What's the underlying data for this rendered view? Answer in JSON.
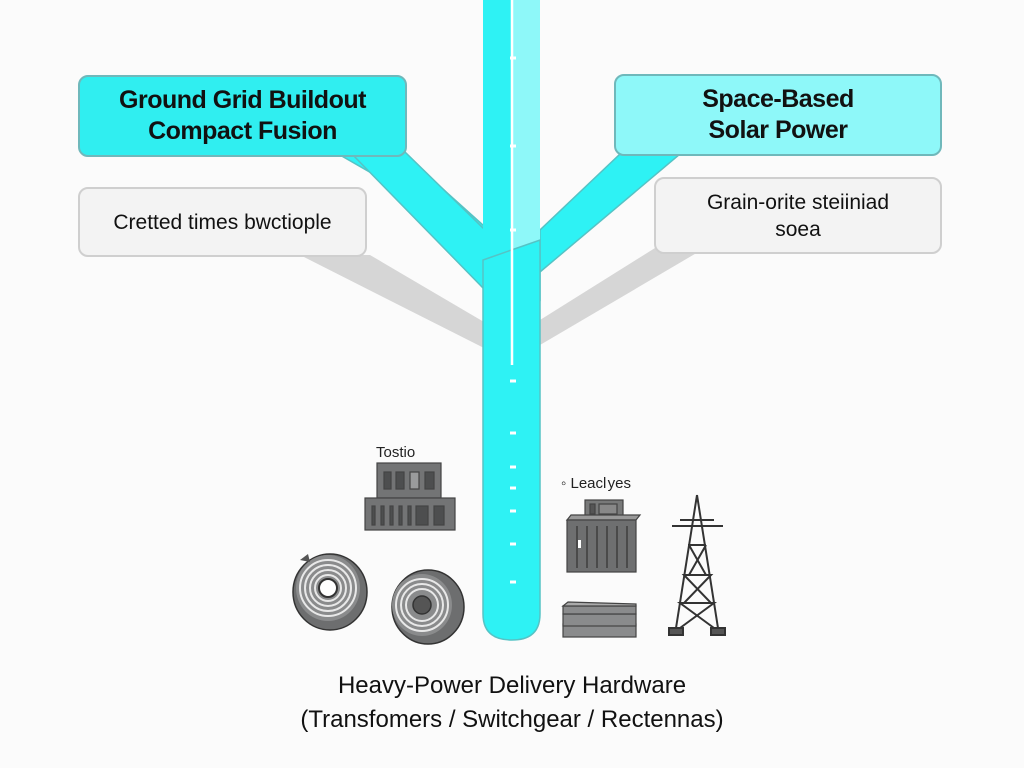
{
  "diagram": {
    "type": "tree-convergence",
    "colors": {
      "trunk": "#2ef2f4",
      "trunk_light": "#8ef8f9",
      "trunk_edge": "#55c3c5",
      "grey_branch": "#d6d6d6",
      "icon_grey": "#707273"
    },
    "left": {
      "primary": {
        "line1": "Ground Grid Buildout",
        "line2": "Compact Fusion"
      },
      "secondary": {
        "line1": "Cretted times bwctiople"
      }
    },
    "right": {
      "primary": {
        "line1": "Space-Based",
        "line2": "Solar Power"
      },
      "secondary": {
        "line1": "Grain-orite steiiniad",
        "line2": "soea"
      }
    },
    "icons": {
      "left_label": "Tostio",
      "right_label": "◦ Leacl yes",
      "items": [
        "building-icon",
        "coil-icon",
        "coil-icon",
        "cabinet-icon",
        "stack-icon",
        "pylon-icon"
      ]
    },
    "footer": {
      "line1": "Heavy-Power Delivery Hardware",
      "line2": "(Transfomers / Switchgear / Rectennas)"
    }
  }
}
